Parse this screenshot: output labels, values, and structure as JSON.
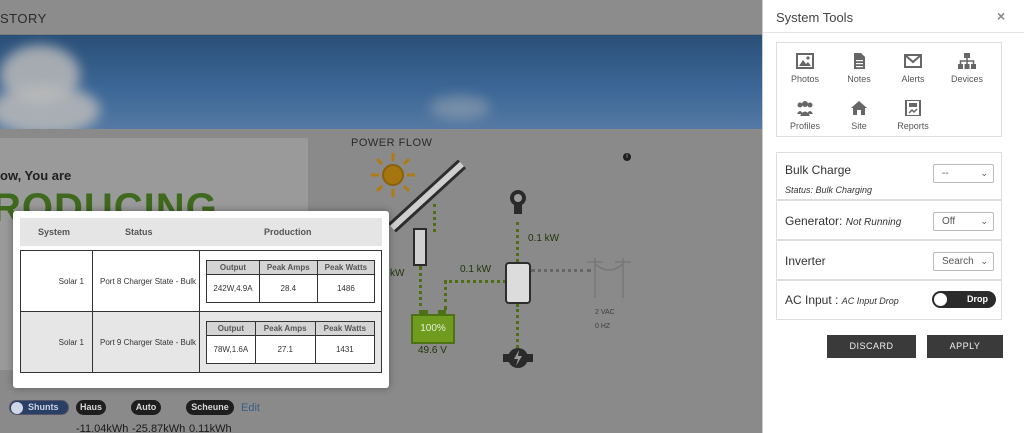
{
  "background": {
    "header_title": "STORY",
    "producing_small": "ow, You are",
    "producing_big": "RODUCING",
    "power_flow_title": "POWER FLOW",
    "flow_load_kw": "0.1 kW",
    "flow_mid_kw": "0.1 kW",
    "flow_left_kw": "kW",
    "battery_percent": "100%",
    "battery_voltage": "49.6 V",
    "grid_vac": "2 VAC",
    "grid_hz": "0 HZ",
    "footer": {
      "toggle_label": "Shunts",
      "pills": [
        "Haus",
        "Auto",
        "Scheune"
      ],
      "edit_label": "Edit",
      "kwh_values": [
        "-11.04kWh",
        "-25.87kWh",
        "0.11kWh"
      ]
    }
  },
  "production_popup": {
    "headers": {
      "system": "System",
      "status": "Status",
      "production": "Production"
    },
    "inner_headers": [
      "Output",
      "Peak Amps",
      "Peak Watts"
    ],
    "rows": [
      {
        "system": "Solar 1",
        "status": "Port 8 Charger State - Bulk",
        "output": "242W,4.9A",
        "peak_amps": "28.4",
        "peak_watts": "1486"
      },
      {
        "system": "Solar 1",
        "status": "Port 9 Charger State - Bulk",
        "output": "78W,1.6A",
        "peak_amps": "27.1",
        "peak_watts": "1431"
      }
    ]
  },
  "system_tools": {
    "title": "System Tools",
    "close_label": "×",
    "tools": [
      {
        "label": "Photos",
        "icon": "image-icon"
      },
      {
        "label": "Notes",
        "icon": "document-icon"
      },
      {
        "label": "Alerts",
        "icon": "envelope-icon"
      },
      {
        "label": "Devices",
        "icon": "sitemap-icon"
      },
      {
        "label": "Profiles",
        "icon": "users-icon"
      },
      {
        "label": "Site",
        "icon": "home-icon"
      },
      {
        "label": "Reports",
        "icon": "report-icon"
      }
    ],
    "controls": {
      "bulk_charge": {
        "label": "Bulk Charge",
        "status": "Status: Bulk Charging",
        "value": "--"
      },
      "generator": {
        "label": "Generator:",
        "state": "Not Running",
        "value": "Off"
      },
      "inverter": {
        "label": "Inverter",
        "value": "Search"
      },
      "ac_input": {
        "label": "AC Input :",
        "state": "AC Input Drop",
        "toggle_label": "Drop"
      }
    },
    "discard_label": "DISCARD",
    "apply_label": "APPLY"
  }
}
